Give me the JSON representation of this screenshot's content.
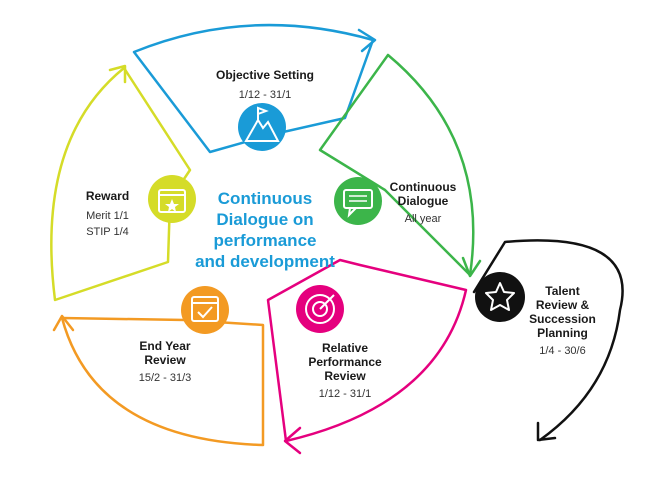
{
  "center": {
    "line1": "Continuous",
    "line2": "Dialogue on",
    "line3": "performance",
    "line4": "and development"
  },
  "stages": {
    "objective": {
      "title": "Objective Setting",
      "dates": "1/12 - 31/1",
      "color": "#1a9bd7",
      "icon": "mountain-flag-icon"
    },
    "dialogue": {
      "title1": "Continuous",
      "title2": "Dialogue",
      "dates": "All year",
      "color": "#3cb54a",
      "icon": "speech-bubble-icon"
    },
    "relative": {
      "title1": "Relative",
      "title2": "Performance",
      "title3": "Review",
      "dates": "1/12 - 31/1",
      "color": "#e5007e",
      "icon": "target-icon"
    },
    "endyear": {
      "title1": "End Year",
      "title2": "Review",
      "dates": "15/2 - 31/3",
      "color": "#f39a23",
      "icon": "calendar-check-icon"
    },
    "reward": {
      "title": "Reward",
      "line1": "Merit 1/1",
      "line2": "STIP 1/4",
      "color": "#d5dc28",
      "icon": "gift-star-icon"
    },
    "talent": {
      "title1": "Talent",
      "title2": "Review &",
      "title3": "Succession",
      "title4": "Planning",
      "dates": "1/4 - 30/6",
      "color": "#111111",
      "icon": "star-icon"
    }
  }
}
